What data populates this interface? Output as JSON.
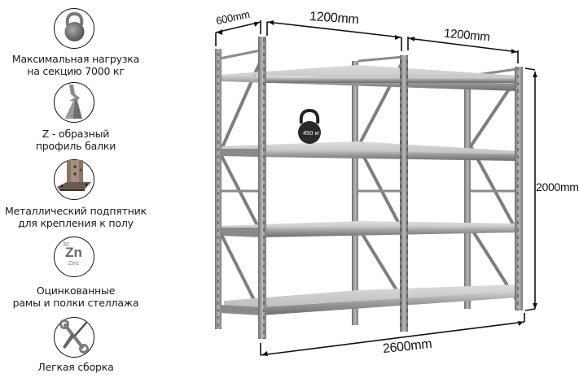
{
  "features": [
    {
      "icon": "kettlebell-icon",
      "line1": "Максимальная  нагрузка",
      "line2": "на секцию 7000 кг"
    },
    {
      "icon": "z-profile-beam-icon",
      "line1": "Z - образный",
      "line2": "профиль балки"
    },
    {
      "icon": "metal-base-plate-icon",
      "line1": "Металлический подпятник",
      "line2": "для крепления к полу"
    },
    {
      "icon": "zinc-element-icon",
      "line1": "Оцинкованные",
      "line2": "рамы и полки стеллажа",
      "zinc": {
        "number": "30",
        "symbol": "Zn",
        "name": "Zinc"
      }
    },
    {
      "icon": "wrench-screwdriver-icon",
      "line1": "Легкая сборка",
      "line2": ""
    }
  ],
  "dimensions": {
    "depth": "600mm",
    "width_section_1": "1200mm",
    "width_section_2": "1200mm",
    "height": "2000mm",
    "total_width": "2600mm"
  },
  "shelf_load": {
    "label": "450 кг"
  },
  "colors": {
    "steel": "#8e8e8e",
    "steel_dark": "#5f5f5f",
    "steel_light": "#c9c9c9",
    "text": "#1a1a1a"
  }
}
